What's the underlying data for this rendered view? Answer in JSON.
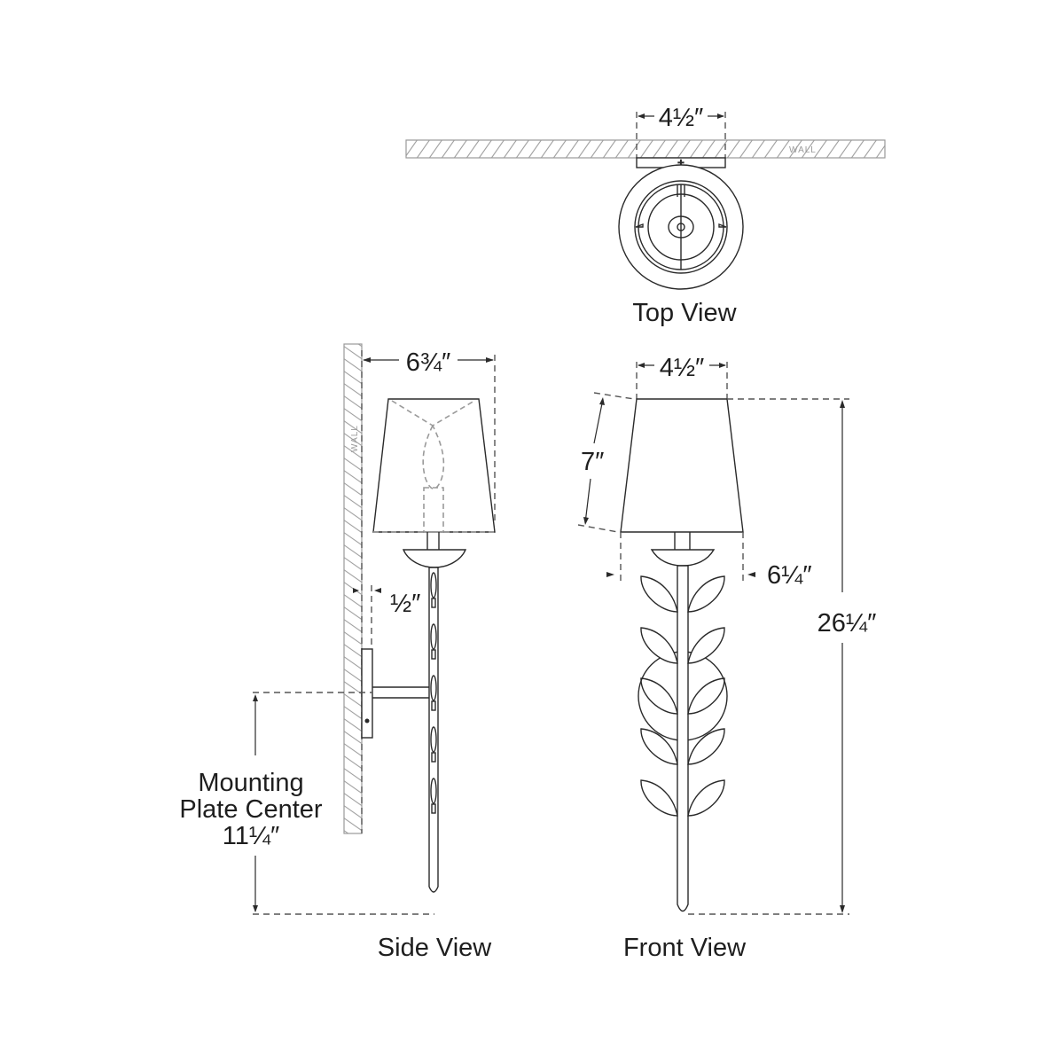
{
  "diagram": {
    "subject": "Wall sconce dimension drawing",
    "views": {
      "top": {
        "label": "Top View"
      },
      "side": {
        "label": "Side View"
      },
      "front": {
        "label": "Front View"
      }
    },
    "wall_label": "WALL",
    "dimensions": {
      "top_width": "4½″",
      "side_extension": "6¾″",
      "plate_offset": "½″",
      "front_shade_top_width": "4½″",
      "shade_height": "7″",
      "shade_bottom_width": "6¼″",
      "overall_height": "26¼″",
      "mounting_center_line1": "Mounting",
      "mounting_center_line2": "Plate Center",
      "mounting_center_value": "11¼″"
    },
    "colors": {
      "line": "#2a2a2a",
      "hatch": "#9a9a9a",
      "background": "#ffffff"
    }
  }
}
